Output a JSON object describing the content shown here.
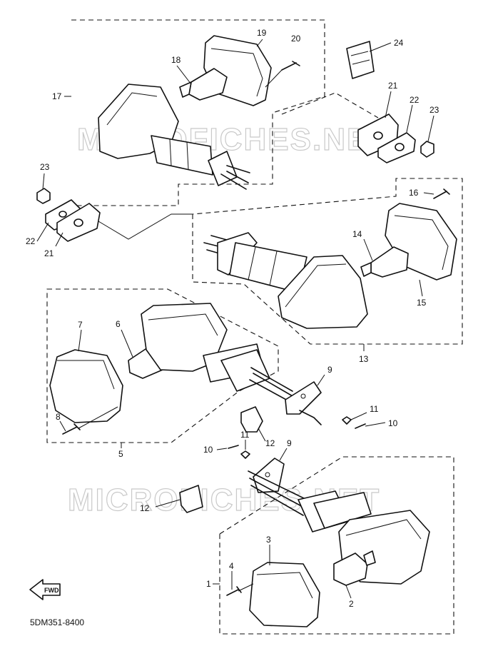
{
  "diagram": {
    "code": "5DM351-8400",
    "watermarks": [
      "MICROFICHES.NET",
      "MICROFICHES.NET"
    ],
    "forward_marker": "FWD",
    "callouts": [
      {
        "id": "c1",
        "label": "1"
      },
      {
        "id": "c2",
        "label": "2"
      },
      {
        "id": "c3",
        "label": "3"
      },
      {
        "id": "c4",
        "label": "4"
      },
      {
        "id": "c5",
        "label": "5"
      },
      {
        "id": "c6",
        "label": "6"
      },
      {
        "id": "c7",
        "label": "7"
      },
      {
        "id": "c8",
        "label": "8"
      },
      {
        "id": "c9a",
        "label": "9"
      },
      {
        "id": "c9b",
        "label": "9"
      },
      {
        "id": "c10a",
        "label": "10"
      },
      {
        "id": "c10b",
        "label": "10"
      },
      {
        "id": "c11a",
        "label": "11"
      },
      {
        "id": "c11b",
        "label": "11"
      },
      {
        "id": "c12a",
        "label": "12"
      },
      {
        "id": "c12b",
        "label": "12"
      },
      {
        "id": "c13",
        "label": "13"
      },
      {
        "id": "c14",
        "label": "14"
      },
      {
        "id": "c15",
        "label": "15"
      },
      {
        "id": "c16",
        "label": "16"
      },
      {
        "id": "c17",
        "label": "17"
      },
      {
        "id": "c18",
        "label": "18"
      },
      {
        "id": "c19",
        "label": "19"
      },
      {
        "id": "c20",
        "label": "20"
      },
      {
        "id": "c21a",
        "label": "21"
      },
      {
        "id": "c21b",
        "label": "21"
      },
      {
        "id": "c22a",
        "label": "22"
      },
      {
        "id": "c22b",
        "label": "22"
      },
      {
        "id": "c23a",
        "label": "23"
      },
      {
        "id": "c23b",
        "label": "23"
      },
      {
        "id": "c24",
        "label": "24"
      }
    ]
  }
}
